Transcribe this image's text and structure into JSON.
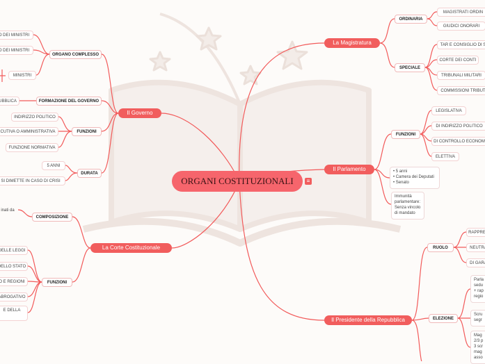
{
  "root": {
    "title": "ORGANI COSTITUZIONALI",
    "menu_icon": "menu-icon"
  },
  "colors": {
    "accent": "#f15d5d",
    "line": "#f25a5a",
    "root_fill": "#f6656c"
  },
  "governo": {
    "label": "Il Governo",
    "organo_complesso": {
      "label": "ORGANO COMPLESSO",
      "items": [
        "O DEI MINISTRI",
        "O DEI MINISTRI",
        "MINISTRI"
      ]
    },
    "formazione": {
      "label": "FORMAZIONE DEL GOVERNO",
      "items": [
        "UBBLICA"
      ]
    },
    "funzioni": {
      "label": "FUNZIONI",
      "items": [
        "INDIRIZZO POLITICO",
        "CUTIVA O AMMINISTRATIVA",
        "FUNZIONE NORMATIVA"
      ]
    },
    "durata": {
      "label": "DURATA",
      "items": [
        "5 ANNI",
        "SI DIMETTE IN CASO DI CRISI"
      ]
    }
  },
  "corte": {
    "label": "La Corte Costituzionale",
    "composizione": {
      "label": "COMPOSIZIONE",
      "items": [
        "inati da"
      ]
    },
    "funzioni": {
      "label": "FUNZIONI",
      "items": [
        "DELLE LEGGI",
        "DELLO STATO",
        "O E REGIONI",
        "ABROGATIVO",
        "E DELLA"
      ]
    }
  },
  "magistratura": {
    "label": "La Magistratura",
    "ordinaria": {
      "label": "ORDINARIA",
      "items": [
        "MAGISTRATI ORDIN",
        "GIUDICI ONORARI"
      ]
    },
    "speciale": {
      "label": "SPECIALE",
      "items": [
        "TAR E CONSIGLIO DI S",
        "CORTE DEI CONTI",
        "TRIBUNALI MILITARI",
        "COMMISSIONI TRIBUT"
      ]
    }
  },
  "parlamento": {
    "label": "Il Parlamento",
    "funzioni": {
      "label": "FUNZIONI",
      "items": [
        "LEGISLATIVA",
        "DI INDIRIZZO POLITICO",
        "DI CONTROLLO ECONOM",
        "ELETTIVA"
      ]
    },
    "durata_box": [
      "• 5 anni",
      "• Camera dei Deputati",
      "• Senato"
    ],
    "immunita_box": [
      "Immunità",
      "parlamentare:",
      "Senza vincolo",
      "di mandato"
    ]
  },
  "presidente": {
    "label": "Il Presidente della Repubblica",
    "ruolo": {
      "label": "RUOLO",
      "items": [
        "RAPPRES",
        "NEUTRA",
        "DI GARA"
      ]
    },
    "elezione": {
      "label": "ELEZIONE",
      "box1": [
        "Parla",
        "sedu",
        "+ rap",
        "regio"
      ],
      "box2": [
        "Scru",
        "segr"
      ],
      "box3": [
        "Mag",
        "2/3 p",
        "3 scr",
        "mag",
        "asso"
      ]
    }
  }
}
